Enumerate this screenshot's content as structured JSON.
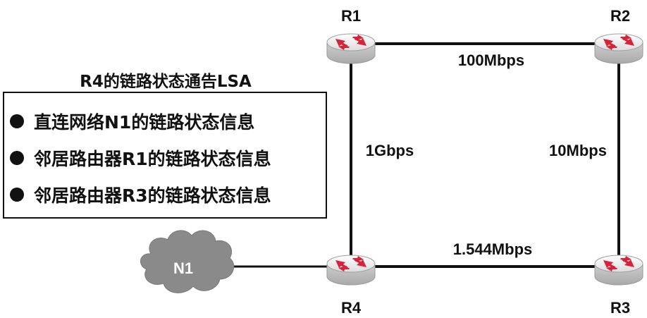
{
  "lsa": {
    "title": "R4的链路状态通告LSA",
    "items": [
      "直连网络N1的链路状态信息",
      "邻居路由器R1的链路状态信息",
      "邻居路由器R3的链路状态信息"
    ]
  },
  "routers": {
    "r1": "R1",
    "r2": "R2",
    "r3": "R3",
    "r4": "R4"
  },
  "links": {
    "r1_r2": "100Mbps",
    "r1_r4": "1Gbps",
    "r2_r3": "10Mbps",
    "r4_r3": "1.544Mbps"
  },
  "network": {
    "n1": "N1"
  },
  "colors": {
    "router_body": "#e4e4e4",
    "router_arrow": "#d8223a",
    "cloud": "#8a8a8a",
    "line": "#111111"
  },
  "icons": [
    "router-icon",
    "cloud-icon",
    "bullet-icon"
  ]
}
